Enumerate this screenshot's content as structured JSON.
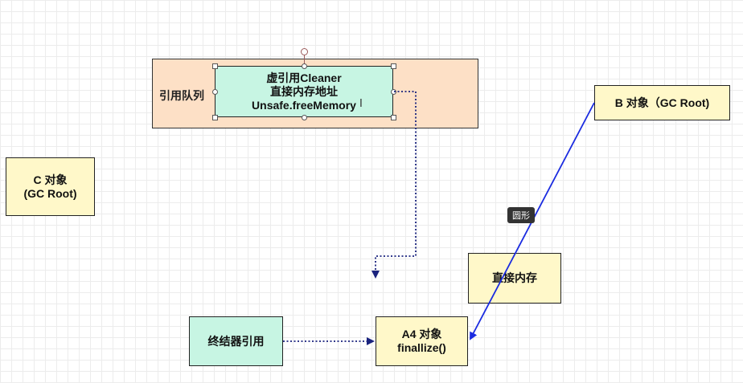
{
  "diagram": {
    "queue_group": {
      "label": "引用队列"
    },
    "cleaner_node": {
      "lines": [
        "虚引用Cleaner",
        "直接内存地址",
        "Unsafe.freeMemory"
      ]
    },
    "b_node": {
      "label": "B 对象（GC Root)"
    },
    "c_node": {
      "lines": [
        "C 对象",
        "(GC Root)"
      ]
    },
    "direct_memory_node": {
      "label": "直接内存"
    },
    "finalizer_node": {
      "label": "终结器引用"
    },
    "a4_node": {
      "lines": [
        "A4 对象",
        "finallize()"
      ]
    },
    "tooltip": {
      "label": "圆形"
    },
    "colors": {
      "edge_blue": "#1a2be0",
      "dotted_navy": "#1a237e",
      "queue_fill": "#fde0c6",
      "teal_fill": "#c7f5e3",
      "yellow_fill": "#fff8c9"
    }
  }
}
